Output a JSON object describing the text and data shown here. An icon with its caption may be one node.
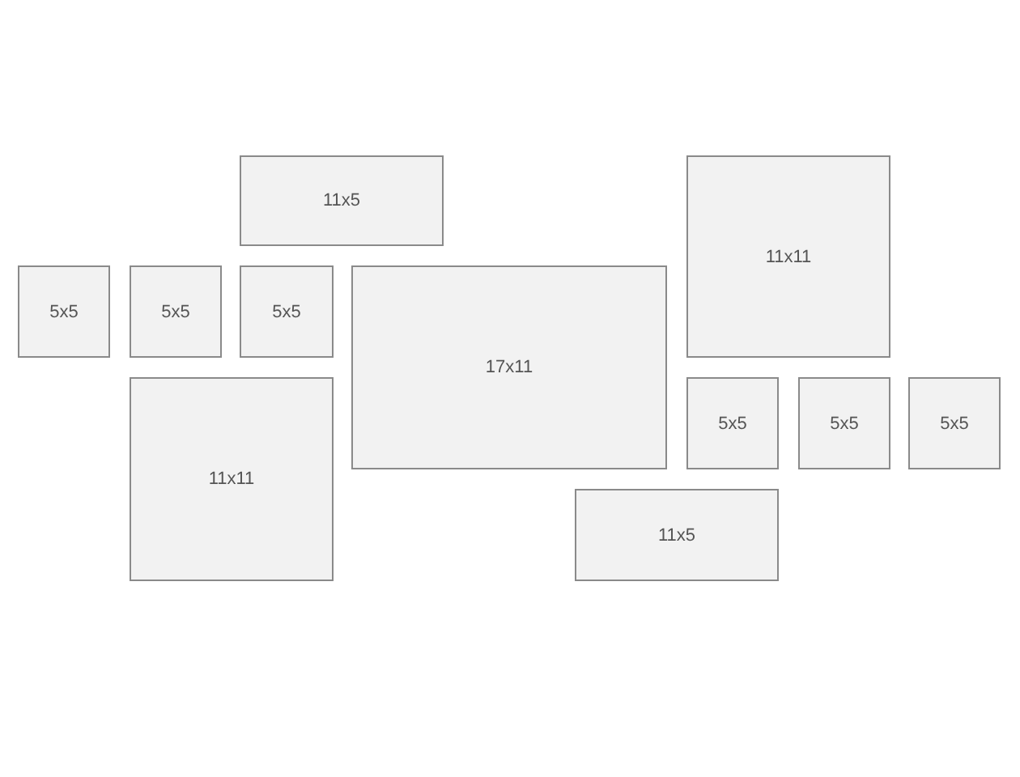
{
  "diagram": {
    "nodes": [
      {
        "text": [
          "11x5"
        ]
      },
      {
        "text": [
          "11x11"
        ]
      },
      {
        "text": [
          "5x5"
        ]
      },
      {
        "text": [
          "5x5"
        ]
      },
      {
        "text": [
          "5x5"
        ]
      },
      {
        "text": [
          "17x11"
        ]
      },
      {
        "text": [
          "11x11"
        ]
      },
      {
        "text": [
          "5x5"
        ]
      },
      {
        "text": [
          "5x5"
        ]
      },
      {
        "text": [
          "5x5"
        ]
      },
      {
        "text": [
          "11x5"
        ]
      }
    ]
  }
}
